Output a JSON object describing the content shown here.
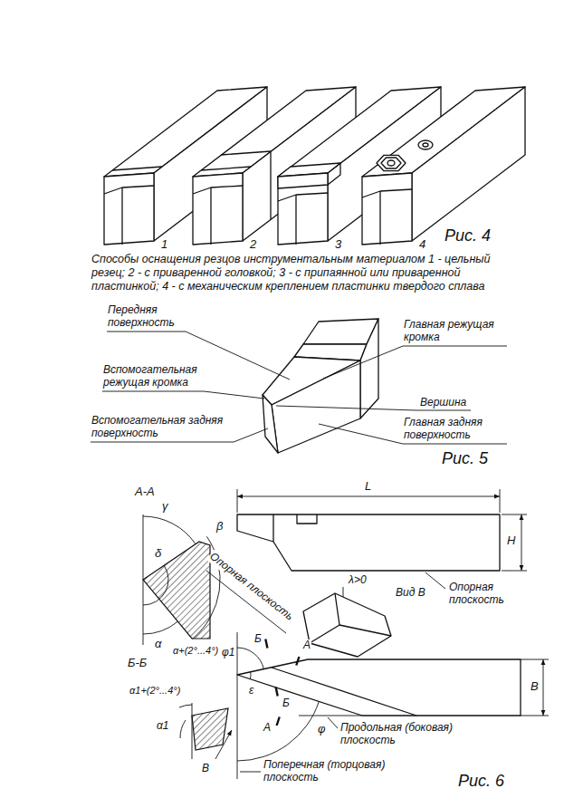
{
  "diagram": {
    "caption": "Способы оснащения резцов инструментальным материалом 1 - цельный резец; 2 - с приваренной головкой; 3 - с припаянной или приваренной пластинкой; 4 - с механическим креплением пластинки твердого сплава",
    "labels": [
      "Рис. 4",
      "1",
      "2",
      "3",
      "4",
      "Передняя поверхность",
      "Главная режущая кромка",
      "Вспомогательная режущая кромка",
      "Вершина",
      "Вспомогательная задняя поверхность",
      "Главная задняя поверхность",
      "Рис. 5",
      "А-А",
      "L",
      "H",
      "γ",
      "δ",
      "β",
      "α",
      "α+(2°...4°)",
      "Опорная плоскость",
      "λ>0",
      "Вид В",
      "Опорная плоскость",
      "Б-Б",
      "φ1",
      "Б",
      "А",
      "ε",
      "Б",
      "А",
      "φ",
      "α1+(2°...4°)",
      "α1",
      "В",
      "B",
      "Продольная (боковая) плоскость",
      "Поперечная (торцовая) плоскость",
      "Рис. 6"
    ]
  }
}
